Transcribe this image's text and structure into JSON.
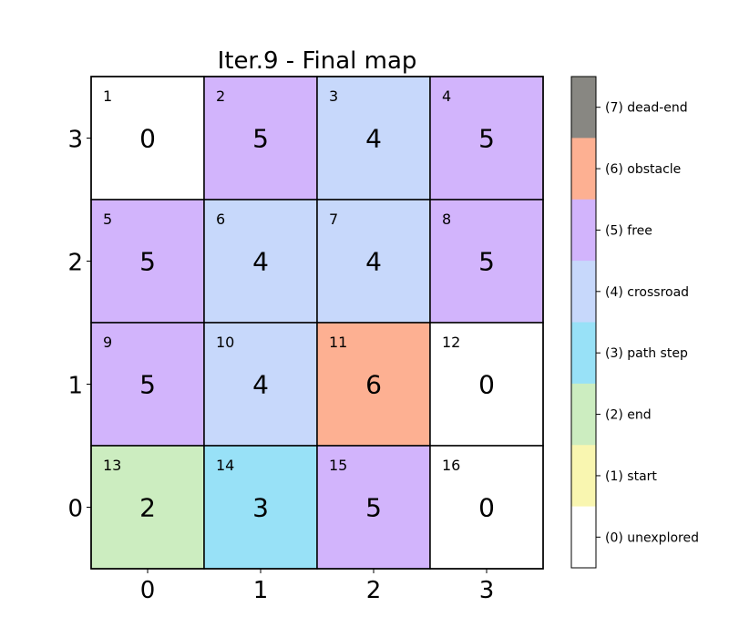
{
  "chart_data": {
    "type": "heatmap",
    "title": "Iter.9 - Final map",
    "xlabel": "",
    "ylabel": "",
    "x_ticks": [
      "0",
      "1",
      "2",
      "3"
    ],
    "y_ticks": [
      "3",
      "2",
      "1",
      "0"
    ],
    "rows": [
      {
        "y": 3,
        "cells": [
          {
            "id": "1",
            "value": 0
          },
          {
            "id": "2",
            "value": 5
          },
          {
            "id": "3",
            "value": 4
          },
          {
            "id": "4",
            "value": 5
          }
        ]
      },
      {
        "y": 2,
        "cells": [
          {
            "id": "5",
            "value": 5
          },
          {
            "id": "6",
            "value": 4
          },
          {
            "id": "7",
            "value": 4
          },
          {
            "id": "8",
            "value": 5
          }
        ]
      },
      {
        "y": 1,
        "cells": [
          {
            "id": "9",
            "value": 5
          },
          {
            "id": "10",
            "value": 4
          },
          {
            "id": "11",
            "value": 6
          },
          {
            "id": "12",
            "value": 0
          }
        ]
      },
      {
        "y": 0,
        "cells": [
          {
            "id": "13",
            "value": 2
          },
          {
            "id": "14",
            "value": 3
          },
          {
            "id": "15",
            "value": 5
          },
          {
            "id": "16",
            "value": 0
          }
        ]
      }
    ],
    "colorbar": [
      {
        "value": 7,
        "label": "(7) dead-end",
        "color": "#888782"
      },
      {
        "value": 6,
        "label": "(6) obstacle",
        "color": "#fdb092"
      },
      {
        "value": 5,
        "label": "(5) free",
        "color": "#d2b4fc"
      },
      {
        "value": 4,
        "label": "(4) crossroad",
        "color": "#c7d8fb"
      },
      {
        "value": 3,
        "label": "(3) path step",
        "color": "#98e1f7"
      },
      {
        "value": 2,
        "label": "(2) end",
        "color": "#ccedc0"
      },
      {
        "value": 1,
        "label": "(1) start",
        "color": "#f9f6b0"
      },
      {
        "value": 0,
        "label": "(0) unexplored",
        "color": "#ffffff"
      }
    ],
    "grid": true
  }
}
